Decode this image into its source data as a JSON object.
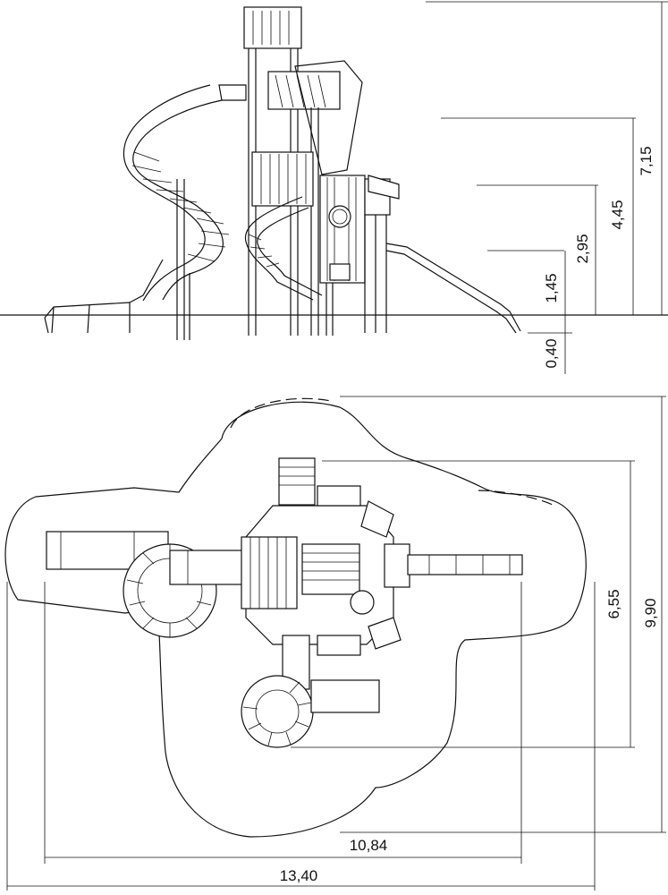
{
  "elevation": {
    "heights": [
      "7,15",
      "4,45",
      "2,95",
      "1,45"
    ],
    "depth": "0,40"
  },
  "plan": {
    "width_inner": "6,55",
    "width_outer": "9,90",
    "length_inner": "10,84",
    "length_outer": "13,40"
  }
}
